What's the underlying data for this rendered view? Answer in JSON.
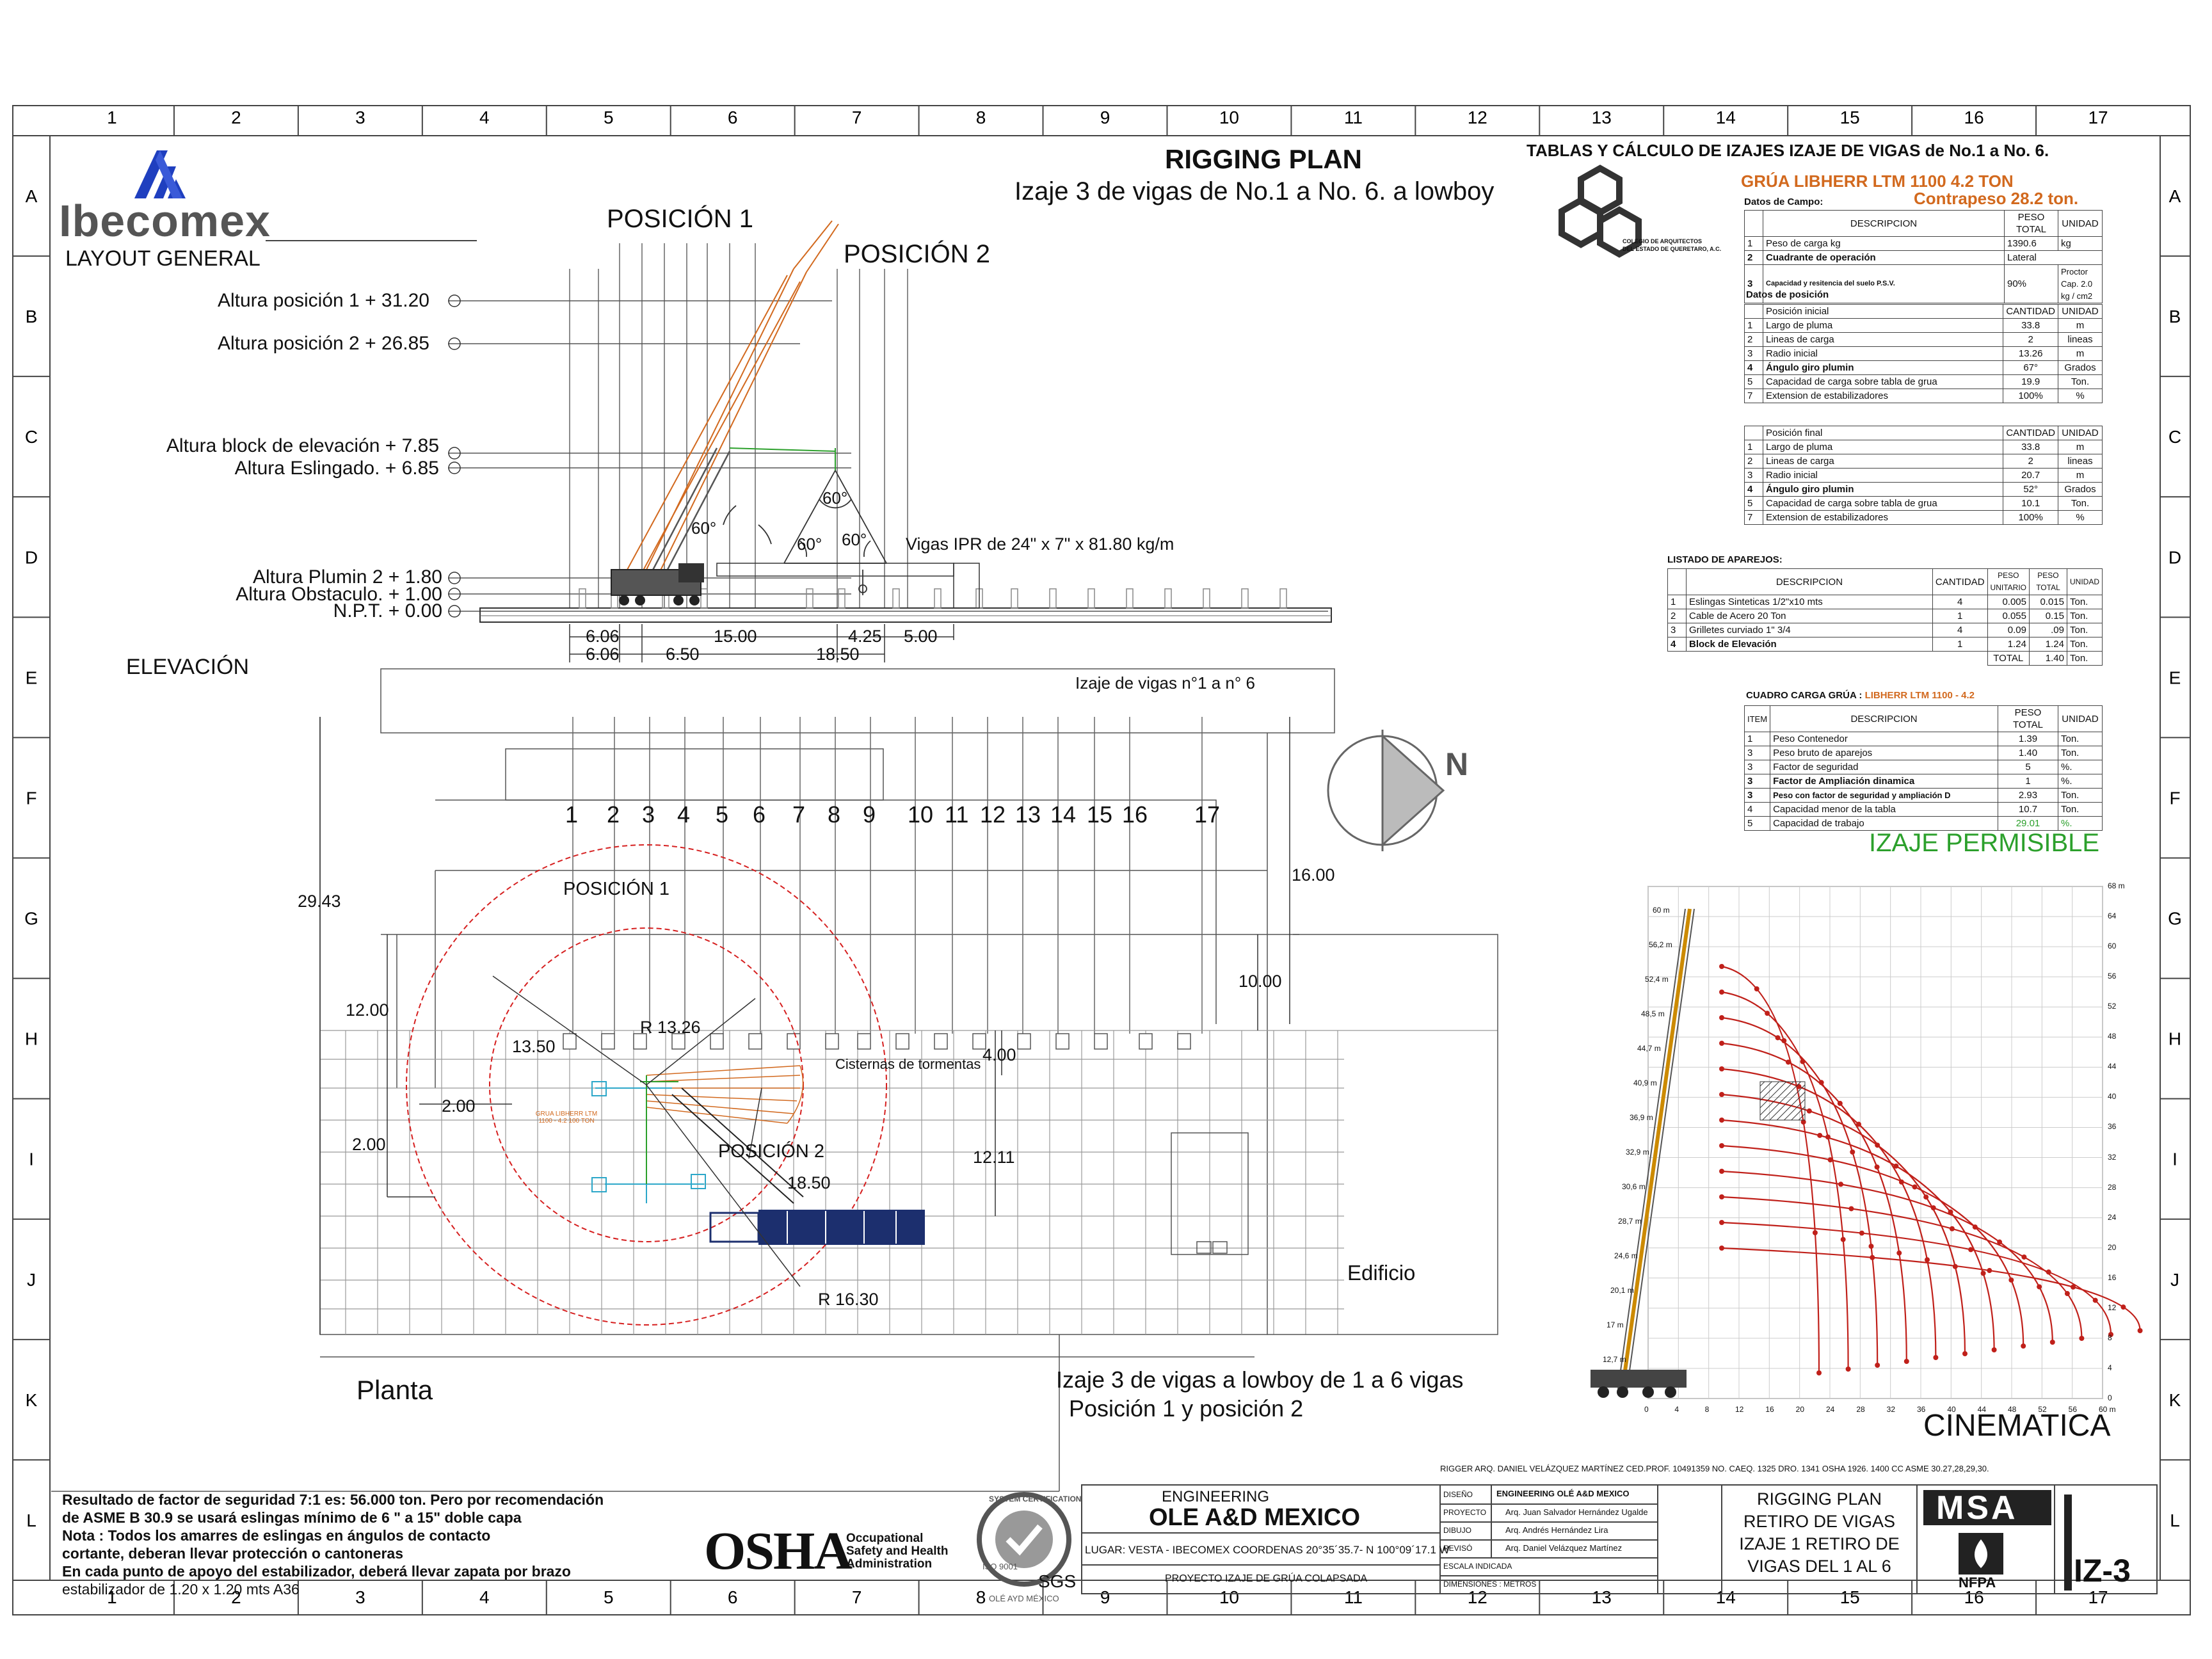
{
  "grid": {
    "columns": [
      "1",
      "2",
      "3",
      "4",
      "5",
      "6",
      "7",
      "8",
      "9",
      "10",
      "11",
      "12",
      "13",
      "14",
      "15",
      "16",
      "17"
    ],
    "rows": [
      "A",
      "B",
      "C",
      "D",
      "E",
      "F",
      "G",
      "H",
      "I",
      "J",
      "K",
      "L"
    ]
  },
  "logo": {
    "brand": "Ibecomex",
    "subtitle": "LAYOUT GENERAL"
  },
  "header": {
    "title": "RIGGING PLAN",
    "subtitle": "Izaje 3 de vigas de No.1 a No. 6. a lowboy",
    "tables_title": "TABLAS Y CÁLCULO DE IZAJES IZAJE DE VIGAS  de No.1 a No. 6."
  },
  "college": {
    "line1": "COLEGIO DE ARQUITECTOS",
    "line2": "DEL ESTADO DE QUERETARO, A.C."
  },
  "crane": {
    "name": "GRÚA LIBHERR  LTM 1100 4.2 TON",
    "counterweight": "Contrapeso 28.2 ton."
  },
  "elevation": {
    "position1": "POSICIÓN 1",
    "position2": "POSICIÓN 2",
    "label": "ELEVACIÓN",
    "heights": [
      "Altura posición 1 + 31.20",
      "Altura posición 2 + 26.85",
      "Altura block de elevación + 7.85",
      "Altura Eslingado. + 6.85",
      "Altura Plumin 2  + 1.80",
      "Altura Obstaculo. + 1.00",
      "N.P.T. + 0.00"
    ],
    "angles": [
      "60°",
      "60°",
      "60°",
      "60°"
    ],
    "beams_note": "Vigas IPR de 24\" x 7\" x 81.80 kg/m",
    "dims_row1": [
      "6.06",
      "15.00",
      "4.25",
      "5.00"
    ],
    "dims_row2": [
      "6.06",
      "6.50",
      "18.50"
    ]
  },
  "plan": {
    "title": "Planta",
    "beams_label": "Izaje de vigas n°1  a  n° 6",
    "beam_numbers": [
      "1",
      "2",
      "3",
      "4",
      "5",
      "6",
      "7",
      "8",
      "9",
      "10",
      "11",
      "12",
      "13",
      "14",
      "15",
      "16",
      "17"
    ],
    "north": "N",
    "position1": "POSICIÓN 1",
    "position2": "POSICIÓN 2",
    "building": "Edificio",
    "cisterns": "Cisternas de tormentas",
    "crane_tag": "GRUA LIBHERR LTM 1100 - 4.2 100 TON",
    "dims": {
      "d29": "29.43",
      "d16": "16.00",
      "d10": "10.00",
      "d12": "12.00",
      "d13": "13.50",
      "r13": "R 13.26",
      "d4": "4.00",
      "d2a": "2.00",
      "d2b": "2.00",
      "d12_11": "12.11",
      "d18": "18.50",
      "r16": "R 16.30"
    },
    "caption1": "Izaje 3 de vigas a lowboy de 1 a 6 vigas",
    "caption2": "Posición 1 y posición 2"
  },
  "field_data": {
    "title": "Datos de Campo:",
    "headers": [
      "DESCRIPCION",
      "PESO TOTAL",
      "UNIDAD"
    ],
    "rows": [
      [
        "1",
        "Peso de carga kg",
        "1390.6",
        "kg"
      ],
      [
        "2",
        "Cuadrante de operación",
        "Lateral",
        ""
      ],
      [
        "3",
        "Capacidad y resitencia del suelo  P.S.V.",
        "90%",
        "Proctor Cap. 2.0 kg / cm2"
      ]
    ]
  },
  "position_data": {
    "title": "Datos de  posición",
    "initial": {
      "header": [
        "Posición inicial",
        "CANTIDAD",
        "UNIDAD"
      ],
      "rows": [
        [
          "1",
          "Largo de pluma",
          "33.8",
          "m"
        ],
        [
          "2",
          "Lineas de carga",
          "2",
          "lineas"
        ],
        [
          "3",
          "Radio inicial",
          "13.26",
          "m"
        ],
        [
          "4",
          "Ángulo giro plumin",
          "67°",
          "Grados"
        ],
        [
          "5",
          "Capacidad de carga sobre tabla de grua",
          "19.9",
          "Ton."
        ],
        [
          "7",
          "Extension de estabilizadores",
          "100%",
          "%"
        ]
      ]
    },
    "final": {
      "header": [
        "Posición final",
        "CANTIDAD",
        "UNIDAD"
      ],
      "rows": [
        [
          "1",
          "Largo de pluma",
          "33.8",
          "m"
        ],
        [
          "2",
          "Lineas de carga",
          "2",
          "lineas"
        ],
        [
          "3",
          "Radio inicial",
          "20.7",
          "m"
        ],
        [
          "4",
          "Ángulo giro plumin",
          "52°",
          "Grados"
        ],
        [
          "5",
          "Capacidad de carga sobre tabla de grua",
          "10.1",
          "Ton."
        ],
        [
          "7",
          "Extension de estabilizadores",
          "100%",
          "%"
        ]
      ]
    }
  },
  "rigging_list": {
    "title": "LISTADO DE APAREJOS:",
    "headers": [
      "DESCRIPCION",
      "CANTIDAD",
      "PESO UNITARIO",
      "PESO TOTAL",
      "UNIDAD"
    ],
    "rows": [
      [
        "1",
        "Eslingas Sinteticas 1/2\"x10 mts",
        "4",
        "0.005",
        "0.015",
        "Ton."
      ],
      [
        "2",
        "Cable de Acero  20 Ton",
        "1",
        "0.055",
        "0.15",
        "Ton."
      ],
      [
        "3",
        "Grilletes curviado  1\" 3/4",
        "4",
        "0.09",
        ".09",
        "Ton."
      ],
      [
        "4",
        "Block de Elevación",
        "1",
        "1.24",
        "1.24",
        "Ton."
      ]
    ],
    "total_label": "TOTAL",
    "total_value": "1.40",
    "total_unit": "Ton."
  },
  "load_chart": {
    "title": "CUADRO CARGA GRÚA :",
    "crane": "LIBHERR LTM 1100 - 4.2",
    "headers": [
      "ITEM",
      "DESCRIPCION",
      "PESO TOTAL",
      "UNIDAD"
    ],
    "rows": [
      [
        "1",
        "Peso Contenedor",
        "1.39",
        "Ton."
      ],
      [
        "3",
        "Peso bruto de aparejos",
        "1.40",
        "Ton."
      ],
      [
        "3",
        "Factor de seguridad",
        "5",
        "%."
      ],
      [
        "3",
        "Factor de Ampliación dinamica",
        "1",
        "%."
      ],
      [
        "3",
        "Peso con factor de seguridad y ampliación D",
        "2.93",
        "Ton."
      ],
      [
        "4",
        "Capacidad  menor de la tabla",
        "10.7",
        "Ton."
      ],
      [
        "5",
        "Capacidad  de trabajo",
        "29.01",
        "%."
      ]
    ],
    "verdict": "IZAJE PERMISIBLE"
  },
  "cinematica": {
    "title": "CINEMATICA",
    "y_ticks": [
      "0",
      "4",
      "8",
      "12",
      "16",
      "20",
      "24",
      "28",
      "32",
      "36",
      "40",
      "44",
      "48",
      "52",
      "56",
      "60",
      "64",
      "68 m"
    ],
    "x_ticks": [
      "0",
      "4",
      "8",
      "12",
      "16",
      "20",
      "24",
      "28",
      "32",
      "36",
      "40",
      "44",
      "48",
      "52",
      "56",
      "60 m"
    ],
    "boom_labels": [
      "60 m",
      "56,2 m",
      "52,4 m",
      "48,5 m",
      "44,7 m",
      "40,9 m",
      "36,9 m",
      "32,9 m",
      "30,6 m",
      "28,7 m",
      "24,6 m",
      "20,1 m",
      "17 m",
      "12,7 m"
    ]
  },
  "notes": [
    "Resultado de factor de seguridad 7:1 es: 56.000 ton.  Pero por recomendación",
    "de ASME B 30.9 se usará eslingas mínimo de 6 \"  a  15\" doble capa",
    "Nota : Todos los amarres de eslingas en ángulos de contacto",
    "cortante, deberan llevar protección o cantoneras",
    "En cada punto de apoyo del estabilizador, deberá llevar zapata por brazo",
    "estabilizador de 1.20 x 1.20 mts A36"
  ],
  "osha": {
    "mark": "OSHA",
    "line1": "Occupational",
    "line2": "Safety and Health",
    "line3": "Administration"
  },
  "seal": {
    "ring": "SYSTEM CERTIFICATION",
    "iso": "ISO 9001",
    "sgs": "SGS",
    "bottom": "OLÉ AYD MÉXICO"
  },
  "title_block": {
    "rigger": "RIGGER   ARQ. DANIEL VELÁZQUEZ MARTÍNEZ     CED.PROF. 10491359     NO. CAEQ. 1325     DRO. 1341     OSHA 1926. 1400 CC     ASME 30.27,28,29,30.",
    "engineering": "ENGINEERING",
    "company": "OLE A&D MEXICO",
    "location": "LUGAR: VESTA - IBECOMEX COORDENAS 20°35´35.7- N 100°09´17.1 W",
    "project": "PROYECTO IZAJE DE GRÚA COLAPSADA",
    "fields": [
      [
        "DISEÑO",
        "ENGINEERING OLÉ A&D MEXICO"
      ],
      [
        "PROYECTO",
        "Arq. Juan Salvador Hernández Ugalde"
      ],
      [
        "DIBUJO",
        "Arq. Andrés Hernández  Lira"
      ],
      [
        "REVISÓ",
        "Arq. Daniel Velázquez Martínez"
      ],
      [
        "ESCALA  INDICADA",
        ""
      ],
      [
        "DIMENSIONES : METROS",
        ""
      ]
    ],
    "plan_title": [
      "RIGGING PLAN",
      "RETIRO DE VIGAS",
      "IZAJE 1 RETIRO DE",
      "VIGAS DEL 1 AL 6"
    ],
    "msa": "MSA",
    "nfpa": "NFPA",
    "sheet": "IZ-3"
  },
  "colors": {
    "orange": "#d2691e",
    "red": "#d62020",
    "green": "#2ca02c",
    "navy": "#1c2f6e",
    "blue": "#1f3fbf"
  }
}
